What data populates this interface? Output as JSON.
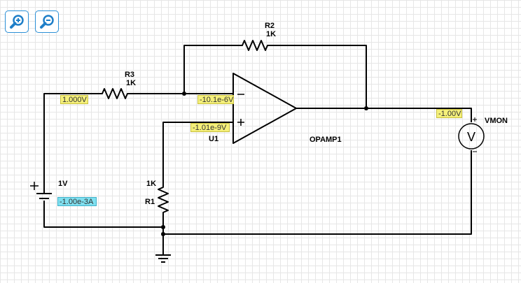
{
  "toolbar": {
    "zoom_in_icon": "zoom-in-icon",
    "zoom_out_icon": "zoom-out-icon",
    "accent_color": "#2a8fd6"
  },
  "components": {
    "r2": {
      "name": "R2",
      "value": "1K"
    },
    "r3": {
      "name": "R3",
      "value": "1K"
    },
    "r1": {
      "name": "R1",
      "value": "1K"
    },
    "opamp": {
      "ref": "U1",
      "name": "OPAMP1"
    },
    "battery": {
      "value": "1V"
    },
    "voltmeter": {
      "name": "VMON",
      "symbol": "V"
    }
  },
  "probes": {
    "v_source": "1.000V",
    "v_inverting": "-10.1e-6V",
    "v_noninverting": "-1.01e-9V",
    "v_output": "-1.00V",
    "i_battery": "-1.00e-3A"
  },
  "colors": {
    "voltage_probe": "#f5f07a",
    "current_probe": "#7fe0f0",
    "grid": "#e6e6e6"
  }
}
